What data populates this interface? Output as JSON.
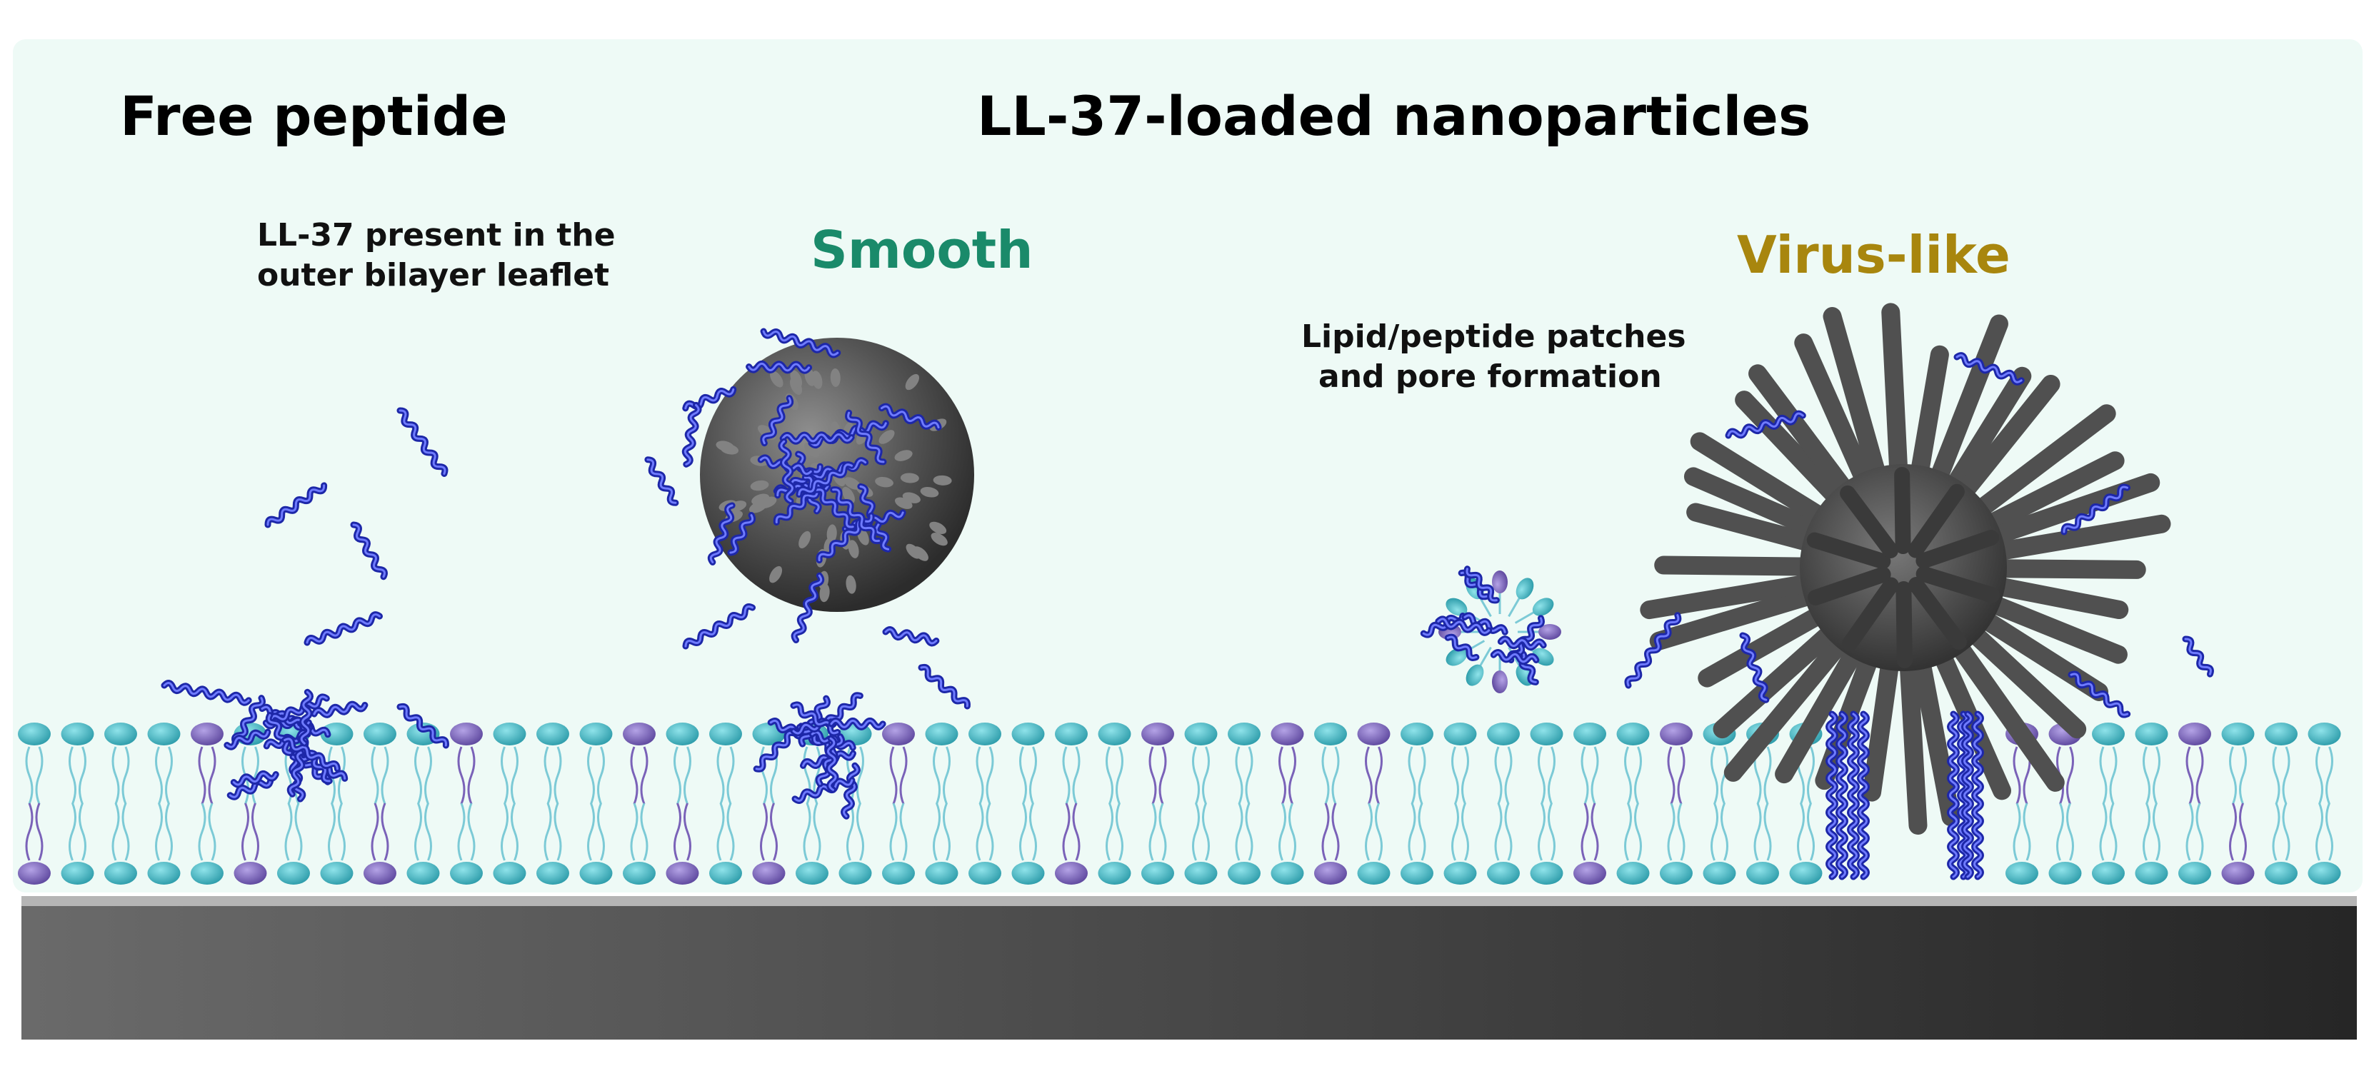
{
  "headings": {
    "free_peptide": "Free peptide",
    "nanoparticles": "LL-37-loaded nanoparticles"
  },
  "annotations": {
    "outer_leaflet_line1": "LL-37 present in the",
    "outer_leaflet_line2": "outer bilayer leaflet",
    "patches_line1": "Lipid/peptide patches",
    "patches_line2": "and pore formation"
  },
  "morphologies": {
    "smooth": "Smooth",
    "virus_like": "Virus-like"
  },
  "colors": {
    "background_tint": "#eefaf6",
    "smooth_label": "#1a8a6a",
    "virus_label": "#a8860e",
    "peptide": "#2a35d6",
    "headgroup_teal": "#3bb3c1",
    "headgroup_purple": "#7a62b8",
    "lipid_tail": "#7ccad6",
    "nanoparticle": "#4a4a4a",
    "substrate": "#3a3a3a"
  }
}
